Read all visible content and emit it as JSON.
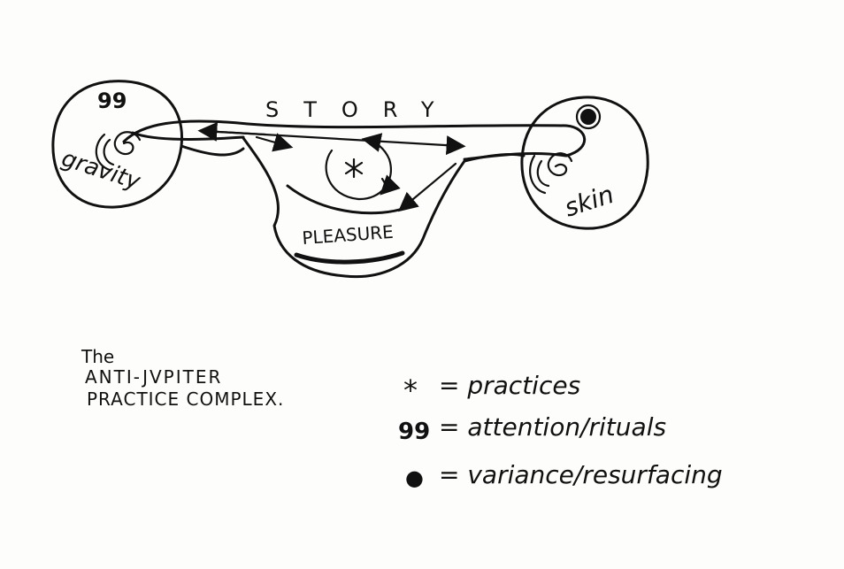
{
  "diagram": {
    "top_label": "STORY",
    "left_label": "gravity",
    "right_label": "skin",
    "center_label": "PLEASURE",
    "left_symbol": "99"
  },
  "title": {
    "line1": "The",
    "line2": "ANTI-JVPITER",
    "line3": "PRACTICE COMPLEX."
  },
  "legend": [
    {
      "symbol": "*",
      "text": "= practices"
    },
    {
      "symbol": "99",
      "text": "= attention/rituals"
    },
    {
      "symbol": "●",
      "text": "= variance/resurfacing"
    }
  ],
  "colors": {
    "ink": "#111111",
    "paper": "#fdfdfb"
  }
}
